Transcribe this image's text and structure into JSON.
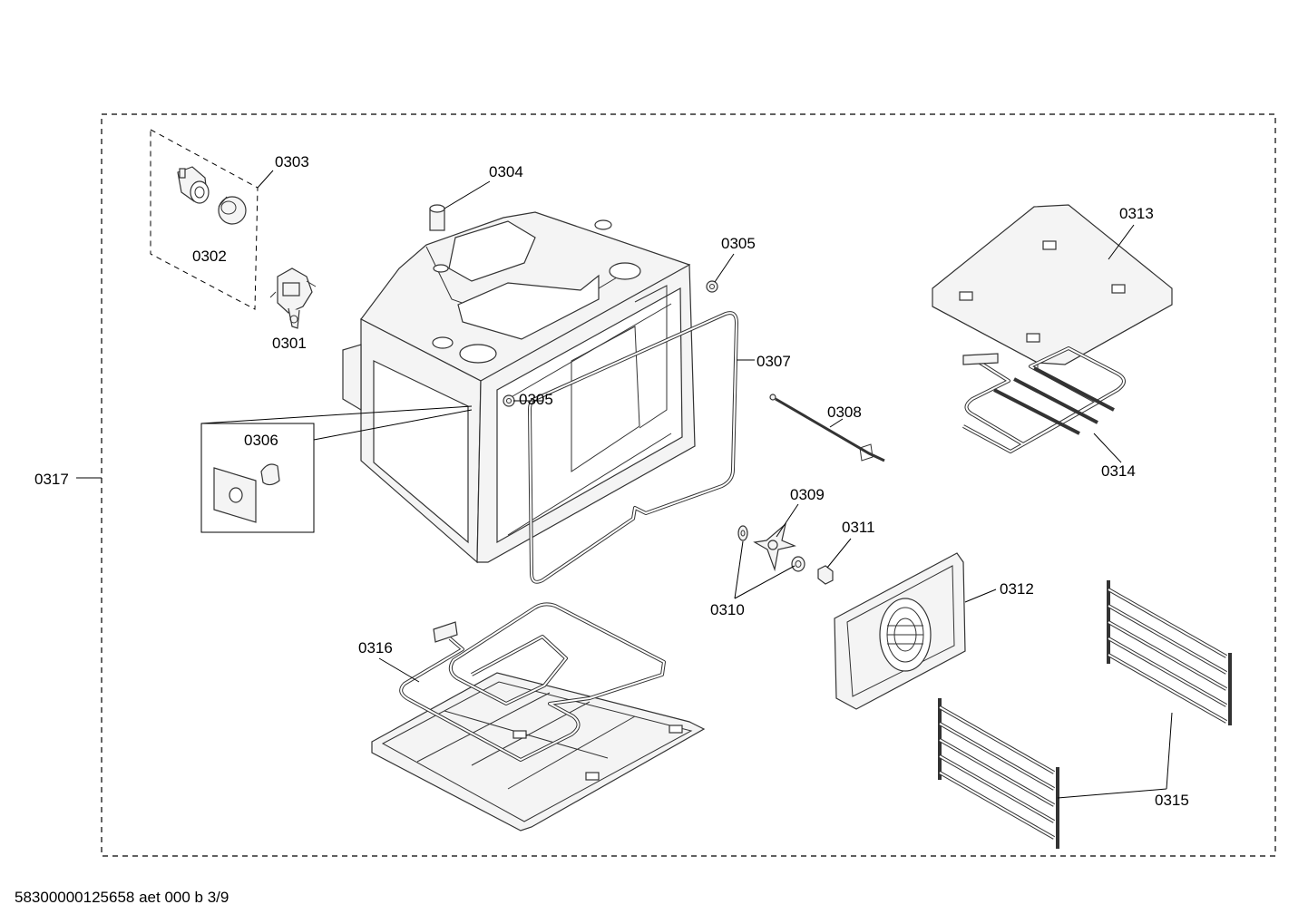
{
  "document_id": "58300000125658 aet 000 b 3/9",
  "callouts": {
    "c0301": "0301",
    "c0302": "0302",
    "c0303": "0303",
    "c0304": "0304",
    "c0305a": "0305",
    "c0305b": "0305",
    "c0306": "0306",
    "c0307": "0307",
    "c0308": "0308",
    "c0309": "0309",
    "c0310": "0310",
    "c0311": "0311",
    "c0312": "0312",
    "c0313": "0313",
    "c0314": "0314",
    "c0315": "0315",
    "c0316": "0316",
    "c0317": "0317"
  },
  "colors": {
    "line": "#333333",
    "background": "#ffffff",
    "text": "#000000"
  }
}
